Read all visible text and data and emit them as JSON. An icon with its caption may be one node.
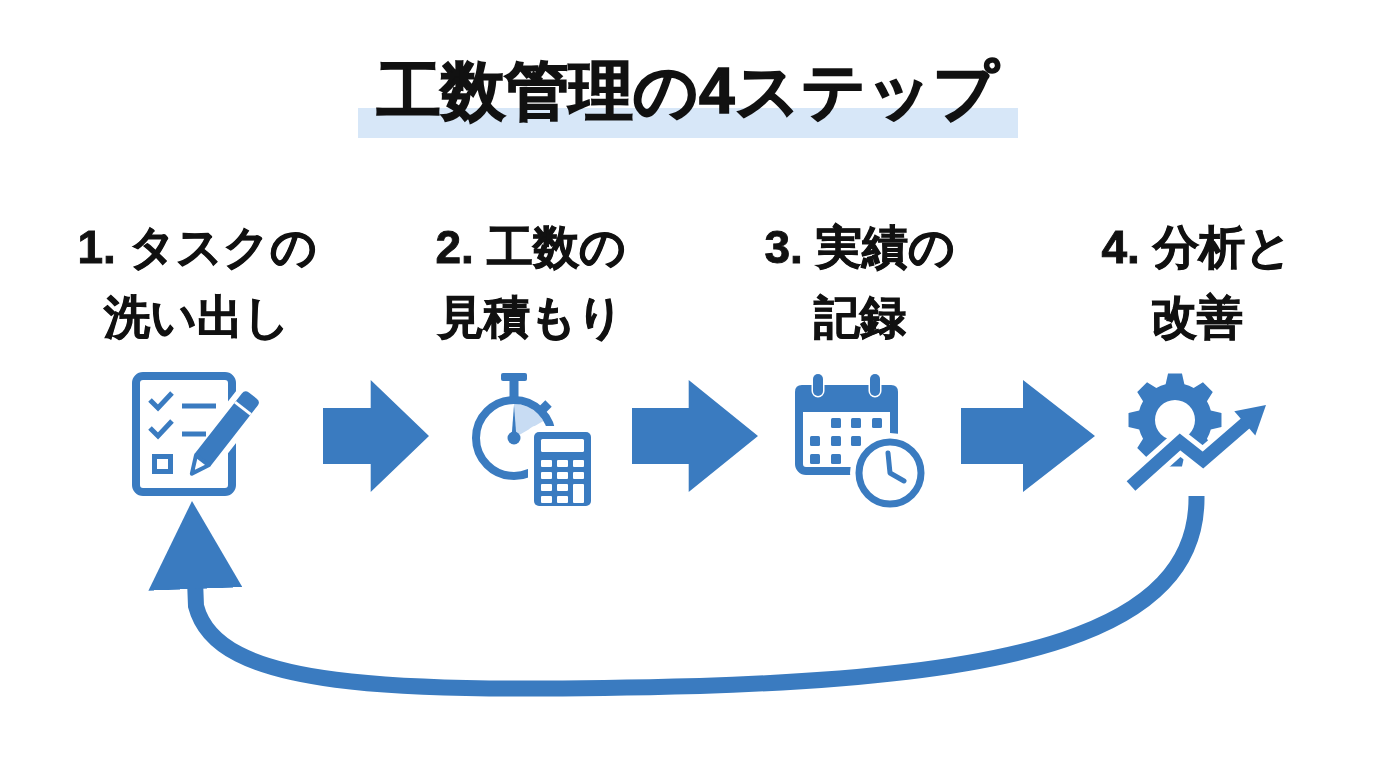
{
  "diagram": {
    "title": "工数管理の4ステップ",
    "nodes": [
      {
        "text": [
          "1. タスクの洗い出し"
        ]
      },
      {
        "text": [
          "2. 工数の見積もり"
        ]
      },
      {
        "text": [
          "3. 実績の記録"
        ]
      },
      {
        "text": [
          "4. 分析と改善"
        ]
      }
    ],
    "edges": [
      {
        "from": 0,
        "to": 1,
        "arrow": "to"
      },
      {
        "from": 1,
        "to": 2,
        "arrow": "to"
      },
      {
        "from": 2,
        "to": 3,
        "arrow": "to"
      },
      {
        "from": 3,
        "to": 0,
        "arrow": "to"
      }
    ]
  }
}
